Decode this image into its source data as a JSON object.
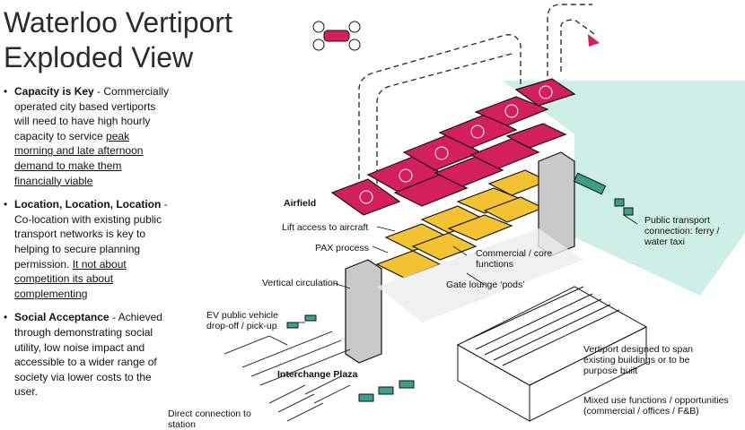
{
  "title_line1": "Waterloo Vertiport",
  "title_line2": "Exploded View",
  "bullets": [
    {
      "heading": "Capacity is Key",
      "text_before": " - Commercially operated city based vertiports will need to have high hourly capacity to service ",
      "underlined": "peak morning and late afternoon demand to make them financially viable",
      "text_after": ""
    },
    {
      "heading": "Location, Location, Location",
      "text_before": " - Co-location with existing public transport networks is key to helping to secure planning permission. ",
      "underlined": "It not about competition its about complementing",
      "text_after": ""
    },
    {
      "heading": "Social Acceptance",
      "text_before": " - Achieved through demonstrating social utility, low noise impact and accessible to a wider range of society via lower costs to the user.",
      "underlined": "",
      "text_after": ""
    }
  ],
  "labels": {
    "airfield": "Airfield",
    "lift_access": "Lift access to aircraft",
    "pax_process": "PAX process",
    "commercial_core": "Commercial / core functions",
    "public_transport": "Public transport connection: ferry / water taxi",
    "vertical_circulation": "Vertical circulation",
    "gate_lounge": "Gate lounge ‘pods’",
    "ev_dropoff": "EV public vehicle drop-off / pick-up",
    "interchange": "Interchange Plaza",
    "direct_connection": "Direct connection to station",
    "span_buildings": "Vertiport designed to span existing buildings or to be purpose built",
    "mixed_use": "Mixed use functions / opportunities (commercial / offices / F&B)"
  },
  "colors": {
    "pad": "#d41f5e",
    "pod": "#f2c230",
    "water": "#cdeee6",
    "structure": "#c9c9c9",
    "transport": "#3aa08a"
  }
}
